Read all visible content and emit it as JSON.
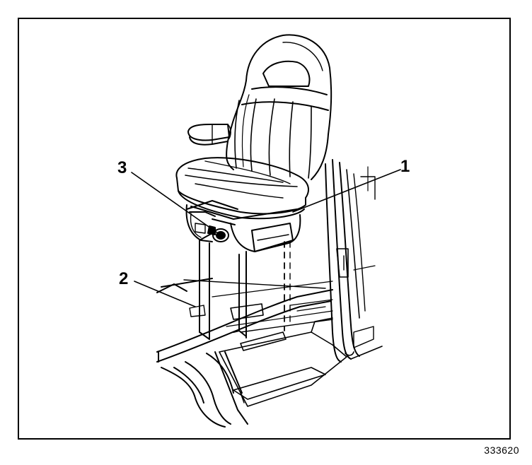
{
  "callouts": [
    {
      "id": "1",
      "label": "1"
    },
    {
      "id": "2",
      "label": "2"
    },
    {
      "id": "3",
      "label": "3"
    }
  ],
  "figure_number": "333620",
  "colors": {
    "line": "#000000",
    "background": "#ffffff"
  }
}
